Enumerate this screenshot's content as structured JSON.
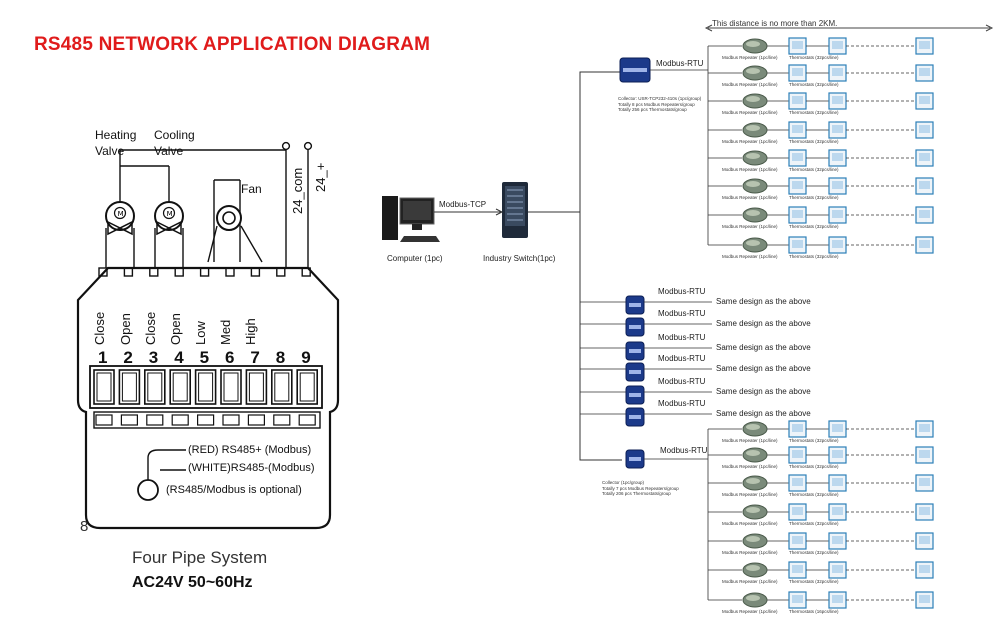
{
  "title": "RS485 NETWORK APPLICATION DIAGRAM",
  "distance_note": "This distance is no more than 2KM.",
  "left_panel": {
    "valve_labels": [
      "Heating",
      "Valve",
      "Cooling",
      "Valve"
    ],
    "fan_label": "Fan",
    "power_labels": [
      "24_com",
      "24_+"
    ],
    "terminal_functions": [
      "Close",
      "Open",
      "Close",
      "Open",
      "Low",
      "Med",
      "High"
    ],
    "terminal_numbers": [
      "1",
      "2",
      "3",
      "4",
      "5",
      "6",
      "7",
      "8",
      "9"
    ],
    "rs485_plus": "(RED) RS485+ (Modbus)",
    "rs485_minus": "(WHITE)RS485-(Modbus)",
    "rs485_optional": "(RS485/Modbus is optional)",
    "figure_number": "8",
    "system_name": "Four Pipe System",
    "power_spec": "AC24V  50~60Hz"
  },
  "network": {
    "computer_label": "Computer (1pc)",
    "switch_label": "Industry Switch(1pc)",
    "tcp_label": "Modbus-TCP",
    "rtu_label": "Modbus-RTU",
    "same_design": "Same design as the above",
    "collector_top": [
      "Collector: USR-TCP232-410s (1pc/group)",
      "Totally 8 pcs Modbus Repeaters/group",
      "Totally 256 pcs Thermostats/group"
    ],
    "collector_bottom": [
      "Collector (1pc/group)",
      "Totally 7 pcs Modbus Repeaters/group",
      "Totally 206 pcs Thermostats/group"
    ],
    "repeater_label": "Modbus Repeater (1pc/line)",
    "thermostat_label": "Thermostats (32pcs/line)",
    "last_thermostat_label": "Thermostats (16pcs/line)"
  }
}
